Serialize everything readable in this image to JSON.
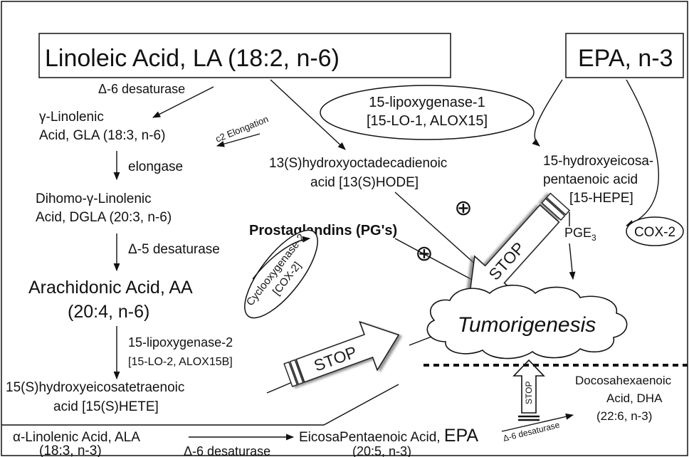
{
  "boxes": {
    "la": "Linoleic Acid, LA (18:2, n-6)",
    "epa": "EPA, n-3"
  },
  "labels": {
    "d6_desat_top": "Δ-6 desaturase",
    "gla_1": "γ-Linolenic",
    "gla_2": "Acid, GLA (18:3, n-6)",
    "c2_elong": "c2 Elongation",
    "elongase": "elongase",
    "dgla_1": "Dihomo-γ-Linolenic",
    "dgla_2": "Acid, DGLA (20:3, n-6)",
    "d5_desat": "Δ-5 desaturase",
    "aa_1": "Arachidonic Acid, AA",
    "aa_2": "(20:4, n-6)",
    "lo2_1": "15-lipoxygenase-2",
    "lo2_2": "[15-LO-2, ALOX15B]",
    "hete_1": "15(S)hydroxyeicosatetraenoic",
    "hete_2": "acid [15(S)HETE]",
    "lo1_1": "15-lipoxygenase-1",
    "lo1_2": "[15-LO-1, ALOX15]",
    "hode_1": "13(S)hydroxyoctadecadienoic",
    "hode_2": "acid [13(S)HODE]",
    "hepe_1": "15-hydroxyeicosa-",
    "hepe_2": "pentaenoic acid",
    "hepe_3": "[15-HEPE]",
    "pge3": "PGE",
    "pge3_sub": "3",
    "cox2_right": "COX-2",
    "prostaglandins": "Prostaglandins (PG's)",
    "cox2_ell_1": "Cyclooxygenase-2",
    "cox2_ell_2": "[COX-2]",
    "tumor": "Tumorigenesis",
    "stop": "STOP",
    "plus": "⊕",
    "dha_1": "Docosahexaenoic",
    "dha_2": "Acid, DHA",
    "dha_3": "(22:6, n-3)",
    "d6_desat_small": "Δ-6 desaturase",
    "ala_1": "α-Linolenic Acid, ALA",
    "ala_2": "(18:3, n-3)",
    "d6_desat_bottom": "Δ-6 desaturase",
    "epa_long_1": "EicosaPentaenoic Acid,",
    "epa_long_big": "EPA",
    "epa_long_2": "(20:5, n-3)"
  }
}
